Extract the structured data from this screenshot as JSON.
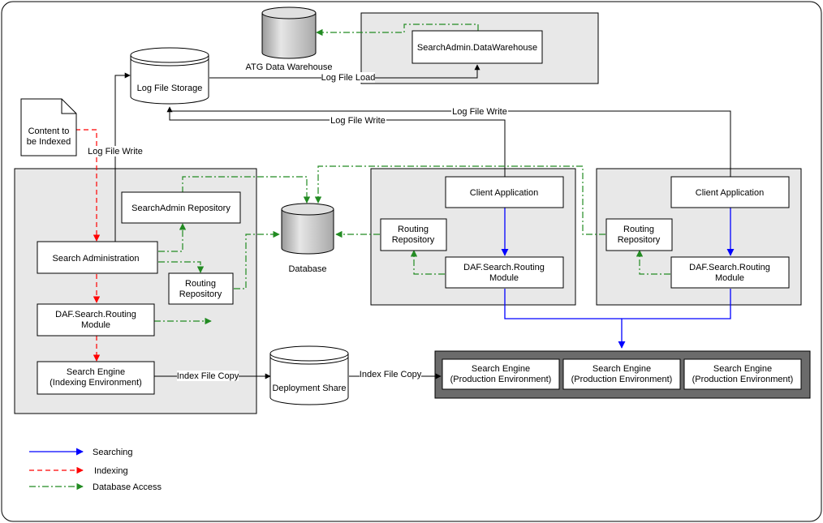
{
  "nodes": {
    "atg_data_warehouse": "ATG Data Warehouse",
    "searchadmin_datawarehouse": "SearchAdmin.DataWarehouse",
    "log_file_storage": "Log File Storage",
    "content_to_be_indexed": [
      "Content to",
      "be Indexed"
    ],
    "searchadmin_repository": "SearchAdmin Repository",
    "search_administration": "Search Administration",
    "routing_repository_admin": [
      "Routing",
      "Repository"
    ],
    "daf_routing_admin": [
      "DAF.Search.Routing",
      "Module"
    ],
    "search_engine_indexing": [
      "Search Engine",
      "(Indexing Environment)"
    ],
    "database": "Database",
    "deployment_share": "Deployment Share",
    "client_application_1": "Client Application",
    "routing_repository_1": [
      "Routing",
      "Repository"
    ],
    "daf_routing_1": [
      "DAF.Search.Routing",
      "Module"
    ],
    "client_application_2": "Client Application",
    "routing_repository_2": [
      "Routing",
      "Repository"
    ],
    "daf_routing_2": [
      "DAF.Search.Routing",
      "Module"
    ],
    "search_engine_prod_1": [
      "Search Engine",
      "(Production Environment)"
    ],
    "search_engine_prod_2": [
      "Search Engine",
      "(Production Environment)"
    ],
    "search_engine_prod_3": [
      "Search Engine",
      "(Production Environment)"
    ]
  },
  "edge_labels": {
    "log_file_load": "Log File Load",
    "log_file_write_top": "Log File Write",
    "log_file_write_middle": "Log File Write",
    "log_file_write_left": "Log File Write",
    "index_file_copy_1": "Index File Copy",
    "index_file_copy_2": "Index File Copy"
  },
  "legend": {
    "searching": "Searching",
    "indexing": "Indexing",
    "database_access": "Database Access"
  },
  "colors": {
    "searching": "#0000ff",
    "indexing": "#ff0000",
    "database_access": "#228b22",
    "group_fill": "#e8e8e8",
    "production_group_fill": "#6b6b6b",
    "cylinder_fill": "#cfcfcf"
  }
}
